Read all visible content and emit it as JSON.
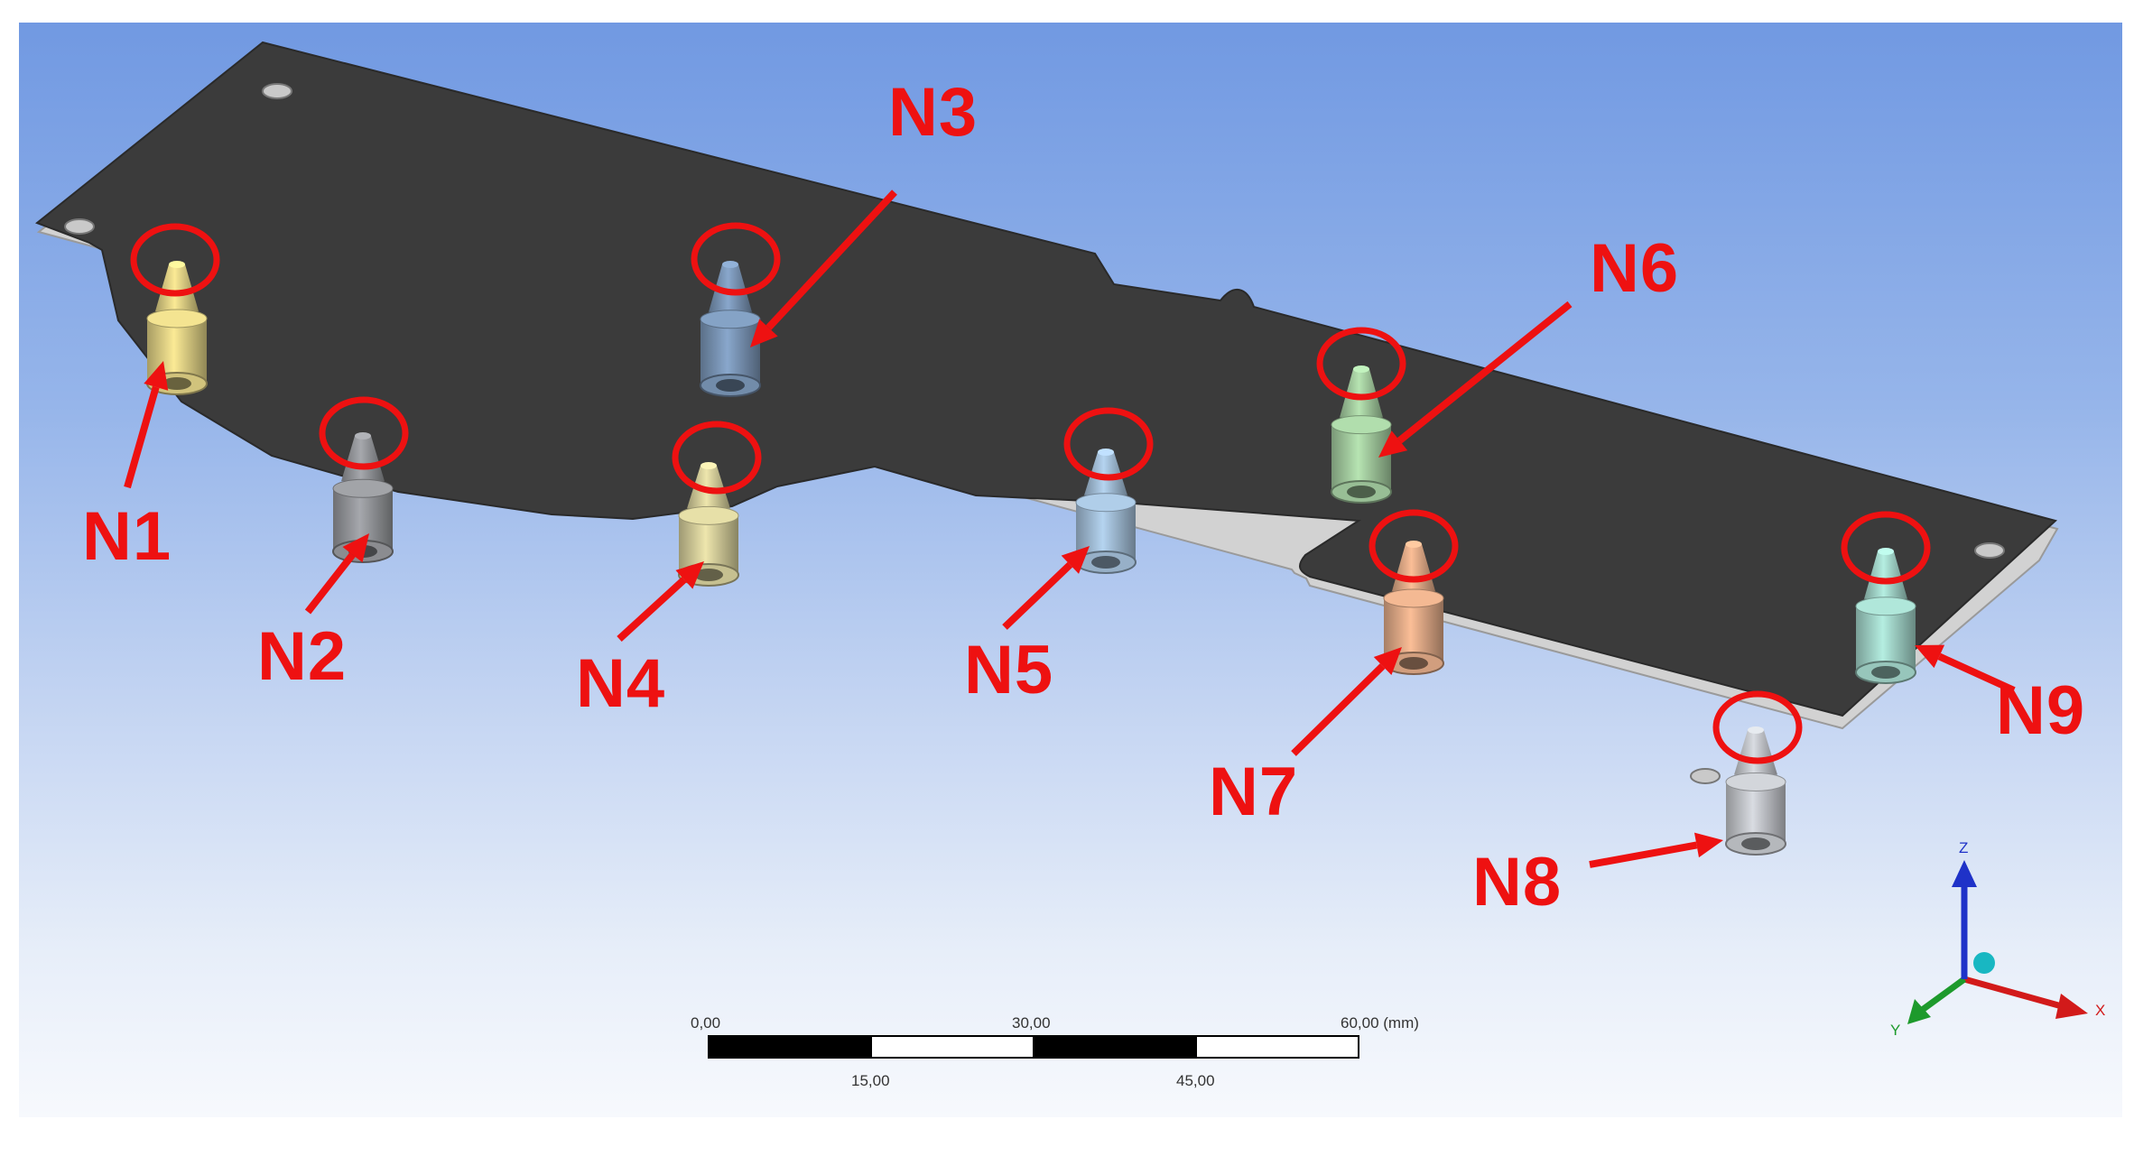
{
  "nozzles": [
    {
      "label": "N1",
      "color": "#e8d98a"
    },
    {
      "label": "N2",
      "color": "#9a9ca0"
    },
    {
      "label": "N3",
      "color": "#7f9bbd"
    },
    {
      "label": "N4",
      "color": "#dcd5a0"
    },
    {
      "label": "N5",
      "color": "#a8c4de"
    },
    {
      "label": "N6",
      "color": "#a9d3a5"
    },
    {
      "label": "N7",
      "color": "#e8b08c"
    },
    {
      "label": "N8",
      "color": "#c9ccd1"
    },
    {
      "label": "N9",
      "color": "#a8dcd0"
    }
  ],
  "scale_bar": {
    "top_labels": [
      "0,00",
      "30,00",
      "60,00 (mm)"
    ],
    "bottom_labels": [
      "15,00",
      "45,00"
    ]
  },
  "triad": {
    "x": "X",
    "y": "Y",
    "z": "Z"
  },
  "colors": {
    "highlight": "#ee1111",
    "plate": "#3c3c3c",
    "plate_edge": "#d4d4d4",
    "triad_x": "#d21a1a",
    "triad_y": "#1d9a2c",
    "triad_z": "#1f32c8",
    "triad_center": "#18b7c2"
  }
}
